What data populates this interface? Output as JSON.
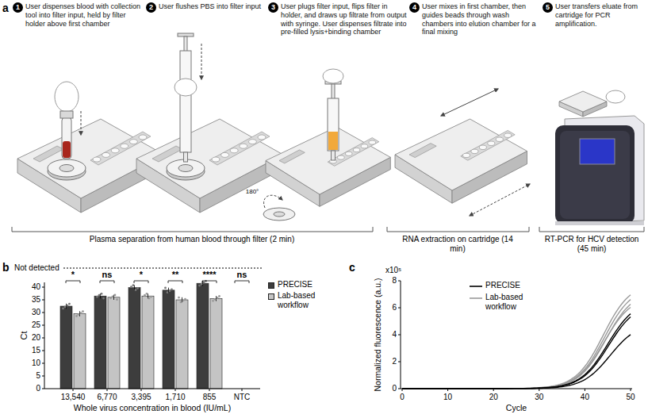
{
  "diagram": {
    "nodes": [
      {
        "text": [
          "1",
          "User dispenses blood with collection tool into filter input, held by filter holder above first chamber"
        ]
      },
      {
        "text": [
          "2",
          "User flushes PBS into filter input"
        ]
      },
      {
        "text": [
          "3",
          "User plugs filter input, flips filter in holder, and draws up filtrate from output with syringe. User dispenses filtrate into pre-filled lysis+binding chamber"
        ]
      },
      {
        "text": [
          "4",
          "User mixes in first chamber, then guides beads through wash chambers into elution chamber for a final mixing"
        ]
      },
      {
        "text": [
          "5",
          "User transfers eluate from cartridge for PCR amplification."
        ]
      }
    ],
    "labels": [
      "a",
      "b",
      "c",
      "180°",
      "Plasma separation from human blood through filter (2 min)",
      "RNA extraction on cartridge (14 min)",
      "RT-PCR for HCV detection (45 min)",
      "Not detected",
      "*",
      "ns",
      "*",
      "**",
      "****",
      "ns",
      "40",
      "35",
      "30",
      "25",
      "20",
      "15",
      "10",
      "5",
      "0",
      "Ct",
      "13,540",
      "6,770",
      "3,395",
      "1,710",
      "855",
      "NTC",
      "Whole virus concentration in blood (IU/mL)",
      "x10⁵",
      "8",
      "6",
      "4",
      "2",
      "0",
      "Normalized fluorescence (a.u.)",
      "0",
      "10",
      "20",
      "30",
      "40",
      "50",
      "Cycle"
    ],
    "legend": [
      {
        "text": "PRECISE",
        "color": "#3d3d3d"
      },
      {
        "text": "Lab-based workflow",
        "color": "#c4c4c4"
      },
      {
        "text": "PRECISE"
      },
      {
        "text": "Lab-based workflow"
      }
    ]
  }
}
